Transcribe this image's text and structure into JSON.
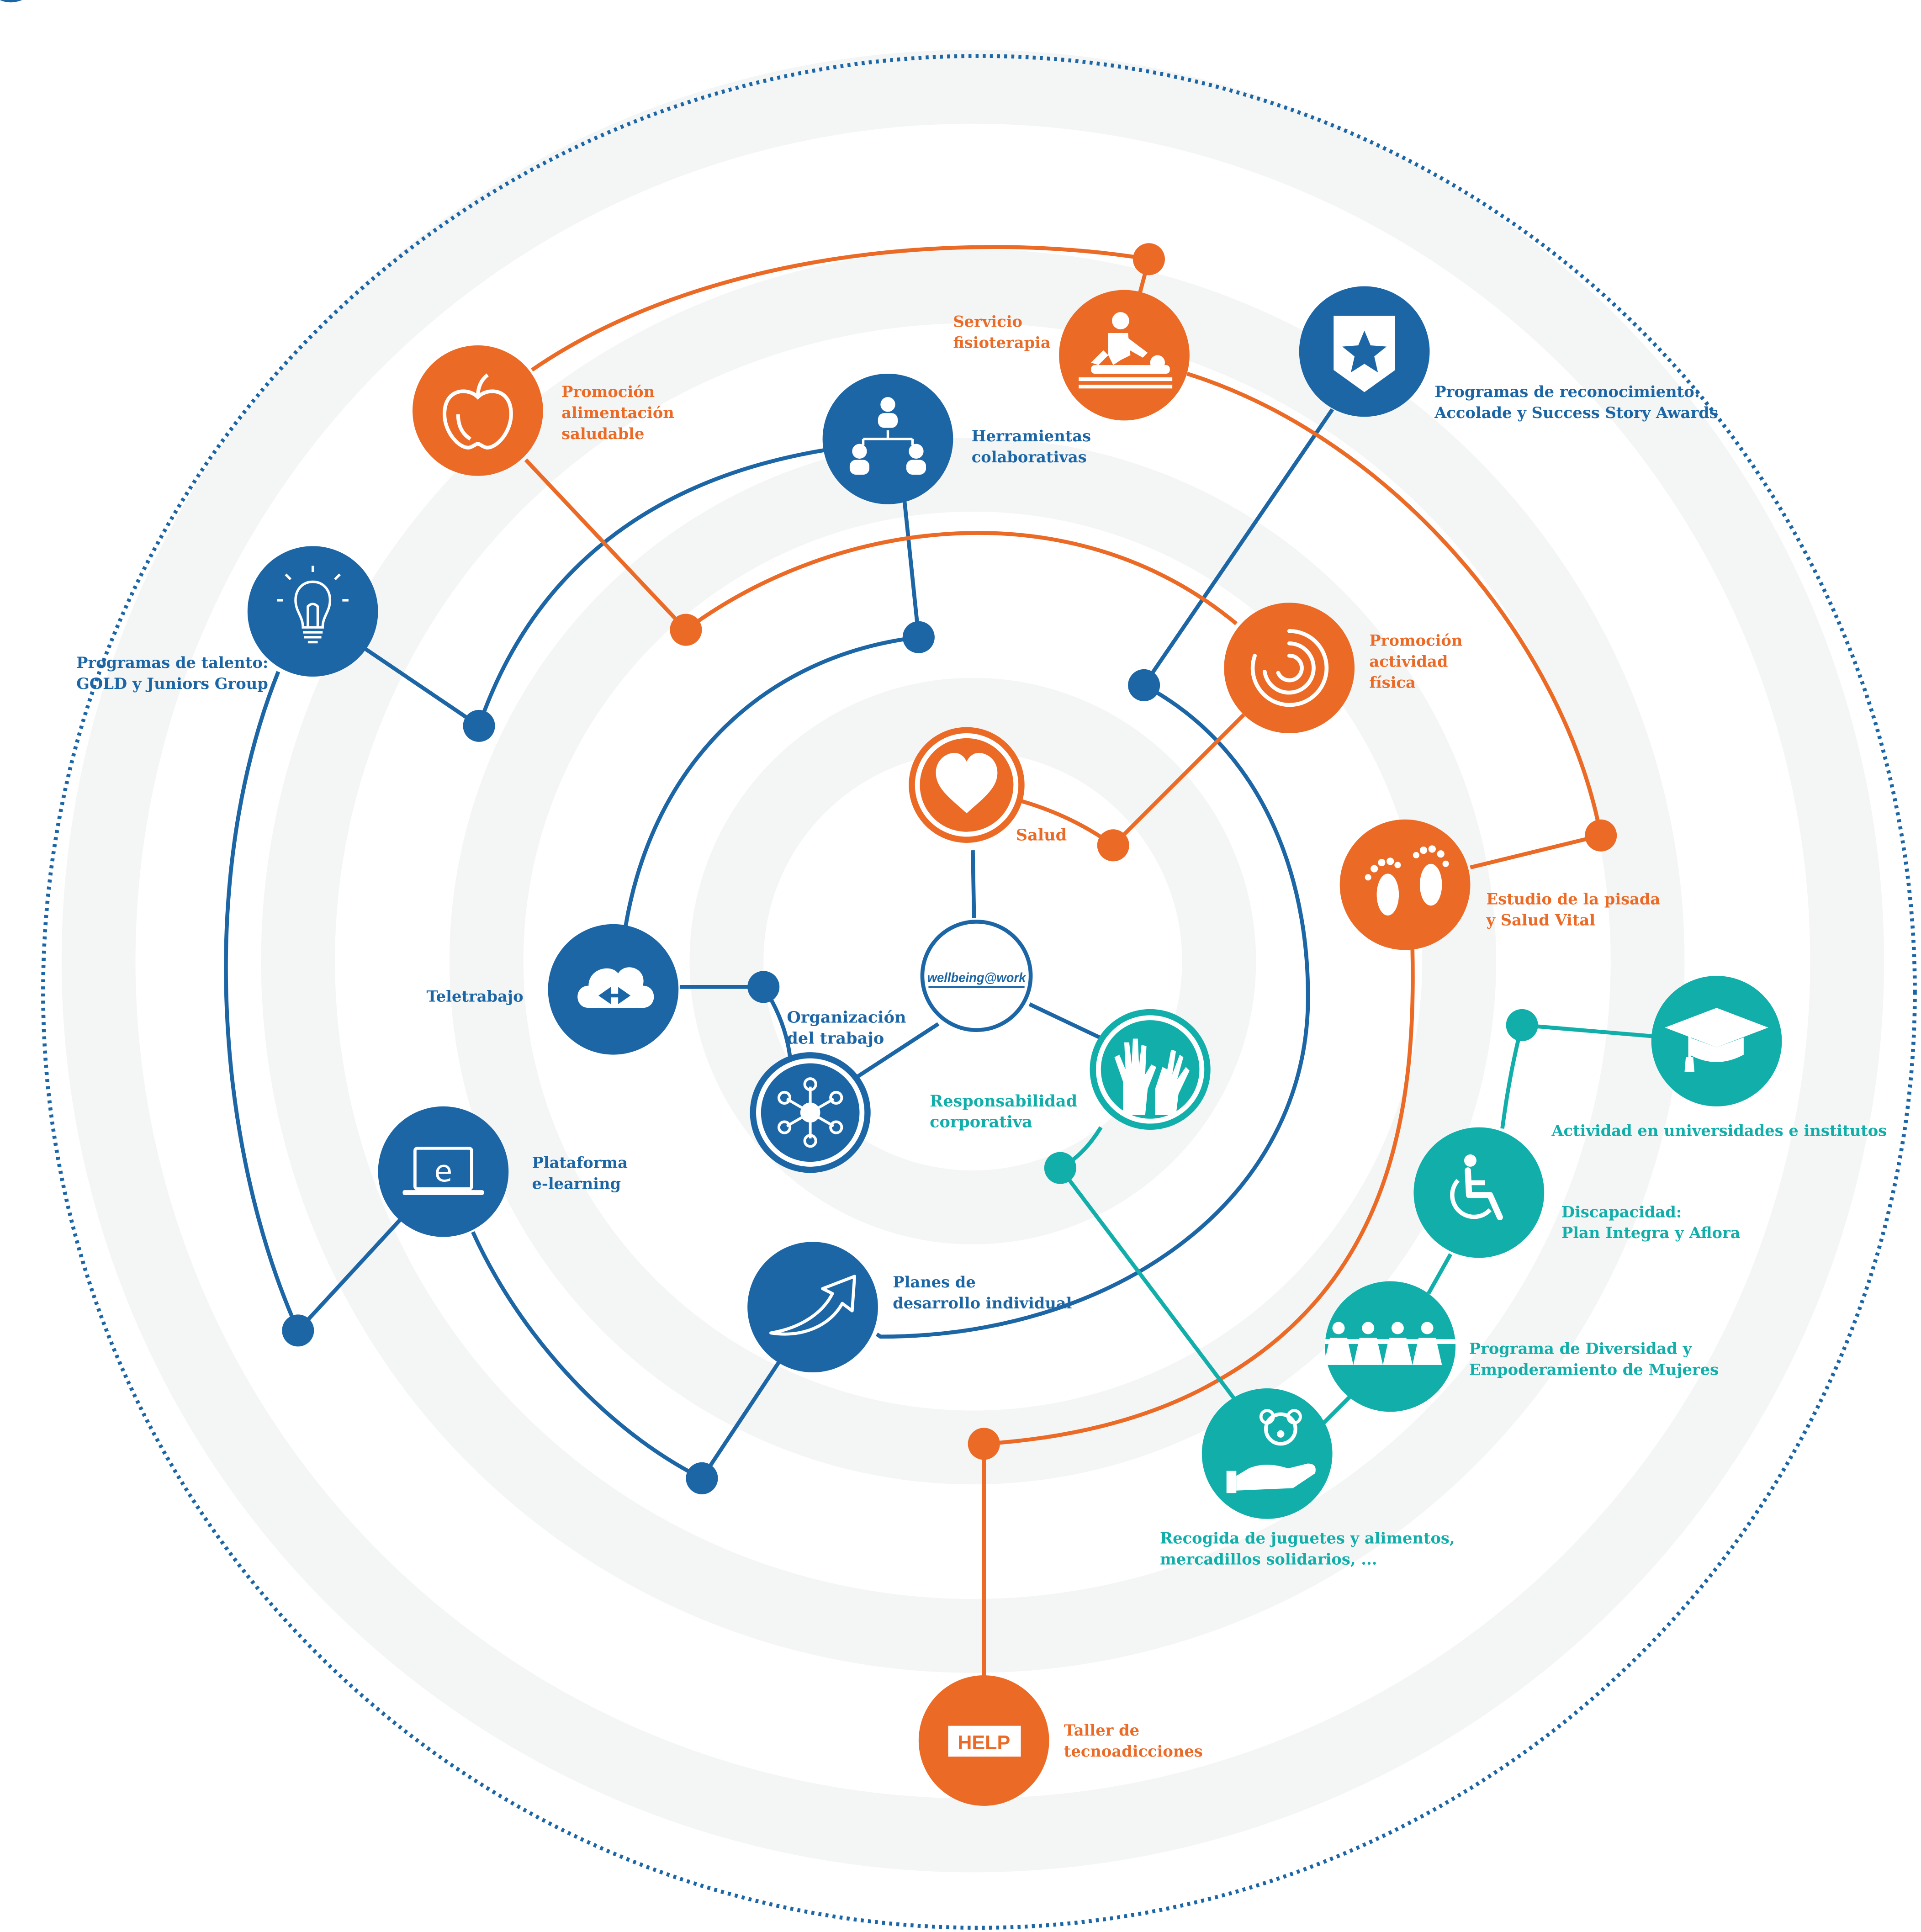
{
  "colors": {
    "orange": "#EB6A26",
    "blue": "#1C66A6",
    "teal": "#11AEAA",
    "ring": "#F4F5F5",
    "dots": "#1C66A6"
  },
  "center": {
    "logo": "wellbeing@work"
  },
  "categories": {
    "salud": "Salud",
    "organizacion": [
      "Organización",
      "del trabajo"
    ],
    "responsabilidad": [
      "Responsabilidad",
      "corporativa"
    ]
  },
  "nodes": {
    "teletrabajo": [
      "Teletrabajo"
    ],
    "herramientas": [
      "Herramientas",
      "colaborativas"
    ],
    "talento": [
      "Programas de talento:",
      "GOLD y Juniors Group"
    ],
    "elearning": [
      "Plataforma",
      "e-learning"
    ],
    "desarrollo": [
      "Planes de",
      "desarrollo individual"
    ],
    "reconocimiento": [
      "Programas de reconocimiento:",
      "Accolade y Success Story Awards"
    ],
    "alimentacion": [
      "Promoción",
      "alimentación",
      "saludable"
    ],
    "fisioterapia": [
      "Servicio",
      "fisioterapia"
    ],
    "actividad": [
      "Promoción",
      "actividad",
      "física"
    ],
    "pisada": [
      "Estudio de la pisada",
      "y Salud Vital"
    ],
    "help": [
      "Taller de",
      "tecnoadicciones"
    ],
    "help_sign": "HELP",
    "universidades": [
      "Actividad en universidades e institutos"
    ],
    "discapacidad": [
      "Discapacidad:",
      "Plan Integra y Aflora"
    ],
    "diversidad": [
      "Programa de Diversidad y",
      "Empoderamiento de Mujeres"
    ],
    "juguetes": [
      "Recogida de juguetes y alimentos,",
      "mercadillos solidarios, ..."
    ]
  },
  "icons": {
    "salud": "heart-icon",
    "organizacion": "network-hub-icon",
    "responsabilidad": "raised-hands-icon",
    "teletrabajo": "cloud-arrows-icon",
    "herramientas": "team-hierarchy-icon",
    "talento": "lightbulb-icon",
    "elearning": "laptop-e-icon",
    "desarrollo": "growth-arrow-icon",
    "reconocimiento": "star-badge-icon",
    "alimentacion": "apple-icon",
    "fisioterapia": "massage-icon",
    "actividad": "target-spiral-icon",
    "pisada": "footprints-icon",
    "help": "help-sign-icon",
    "universidades": "graduation-cap-icon",
    "discapacidad": "wheelchair-icon",
    "diversidad": "people-chain-icon",
    "juguetes": "teddy-hand-icon"
  }
}
